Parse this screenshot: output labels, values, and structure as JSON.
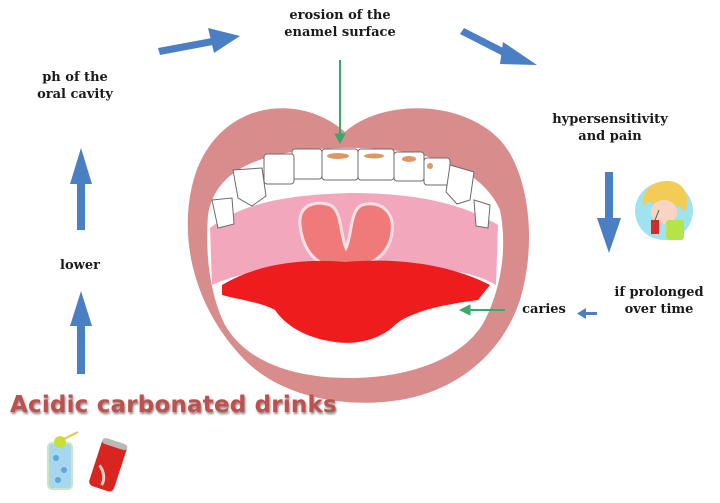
{
  "diagram": {
    "title": "Acidic carbonated drinks",
    "steps": {
      "lower": "lower",
      "ph_line1": "ph of the",
      "ph_line2": "oral cavity",
      "erosion_line1": "erosion of the",
      "erosion_line2": "enamel surface",
      "hyper_line1": "hypersensitivity",
      "hyper_line2": "and pain",
      "prolonged_line1": "if prolonged",
      "prolonged_line2": "over time",
      "caries": "caries"
    },
    "icons": [
      "glass-jar-drink-icon",
      "soda-can-icon",
      "child-drinking-icon",
      "open-mouth-illustration"
    ],
    "colors": {
      "arrow": "#4a7fc4",
      "pointer": "#3aa86b",
      "lips": "#d98c8c",
      "palate": "#f3a7bd",
      "tongue": "#ee1c1c",
      "title": "#c0504d"
    }
  }
}
